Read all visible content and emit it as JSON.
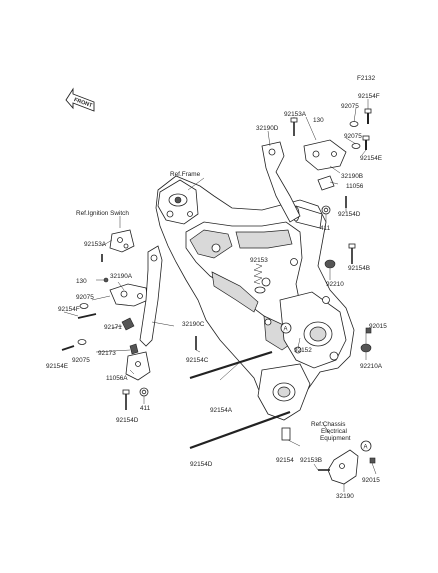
{
  "figure_code": "F2132",
  "front_label": "FRONT",
  "refs": {
    "frame": "Ref.Frame",
    "ignition": "Ref.Ignition Switch",
    "chassis_line1": "Ref.Chassis",
    "chassis_line2": "Electrical",
    "chassis_line3": "Equipment"
  },
  "marker": "A",
  "labels": {
    "l_92154F_top": "92154F",
    "l_92075_top": "92075",
    "l_92153A_top": "92153A",
    "l_130_top": "130",
    "l_32190D_top": "32190D",
    "l_92075_r": "92075",
    "l_92154E_r": "92154E",
    "l_32190B": "32190B",
    "l_11056_r": "11056",
    "l_92154D_r": "92154D",
    "l_411_r": "411",
    "l_92154B": "92154B",
    "l_92153": "92153",
    "l_92210": "92210",
    "l_92015_r": "92015",
    "l_92152": "92152",
    "l_92210A": "92210A",
    "l_92153A_l": "92153A",
    "l_130_l": "130",
    "l_32190A": "32190A",
    "l_92075_l": "92075",
    "l_92154F_l": "92154F",
    "l_92171": "92171",
    "l_32190C": "32190C",
    "l_92075_l2": "92075",
    "l_92173": "92173",
    "l_92154E_l": "92154E",
    "l_92154C": "92154C",
    "l_11056A": "11056A",
    "l_411_l": "411",
    "l_92154D_l": "92154D",
    "l_92154A": "92154A",
    "l_92154D_b": "92154D",
    "l_92154": "92154",
    "l_92153B": "92153B",
    "l_32190": "32190",
    "l_92015_b": "92015"
  }
}
